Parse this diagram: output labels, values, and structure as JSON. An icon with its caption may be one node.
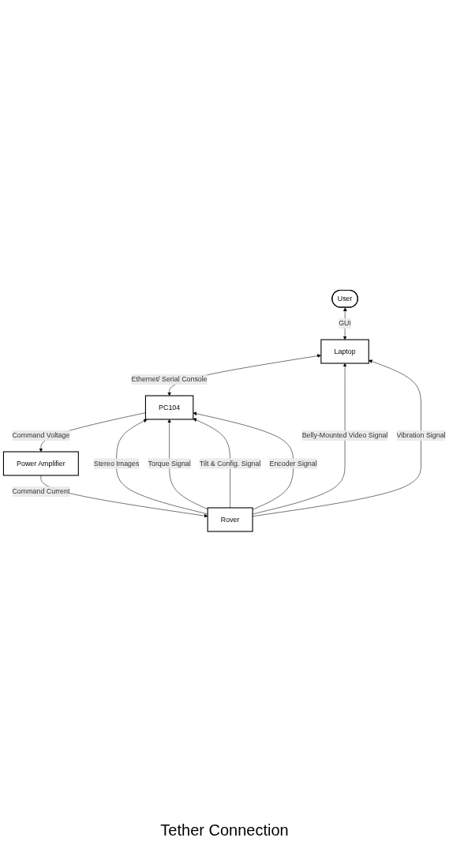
{
  "diagram": {
    "nodes": [
      {
        "text": [
          "User"
        ]
      },
      {
        "text": [
          "Laptop"
        ]
      },
      {
        "text": [
          "PC104"
        ]
      },
      {
        "text": [
          "Power Amplifier"
        ]
      },
      {
        "text": [
          "Rover"
        ]
      }
    ],
    "edges": [
      {
        "from": 0,
        "to": 1,
        "arrow": "both",
        "label": "GUI"
      },
      {
        "from": 1,
        "to": 2,
        "arrow": "both",
        "label": "Ethernet/ Serial Console"
      },
      {
        "from": 4,
        "to": 1,
        "arrow": "to",
        "label": "Belly-Mounted Video Signal"
      },
      {
        "from": 4,
        "to": 1,
        "arrow": "to",
        "label": "Vibration Signal"
      },
      {
        "from": 4,
        "to": 2,
        "arrow": "to",
        "label": "Stereo Images"
      },
      {
        "from": 4,
        "to": 2,
        "arrow": "to",
        "label": "Torque Signal"
      },
      {
        "from": 4,
        "to": 2,
        "arrow": "to",
        "label": "Tilt & Config. Signal"
      },
      {
        "from": 4,
        "to": 2,
        "arrow": "to",
        "label": "Encoder Signal"
      },
      {
        "from": 2,
        "to": 3,
        "arrow": "to",
        "label": "Command Voltage"
      },
      {
        "from": 3,
        "to": 4,
        "arrow": "to",
        "label": "Command Current"
      }
    ],
    "labels": [
      "Tether Connection"
    ]
  }
}
